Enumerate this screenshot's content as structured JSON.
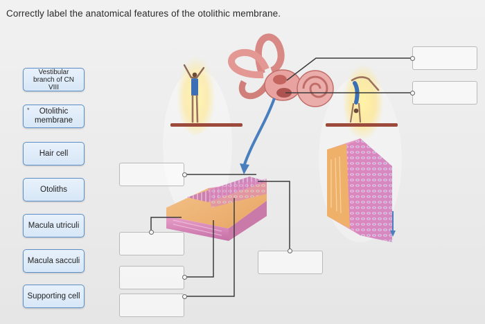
{
  "instruction": "Correctly label the anatomical features of the otolithic membrane.",
  "labels": [
    {
      "id": "vestibular-branch",
      "text": "Vestibular branch of CN VIII"
    },
    {
      "id": "otolithic-membrane",
      "text": "Otolithic membrane"
    },
    {
      "id": "hair-cell",
      "text": "Hair cell"
    },
    {
      "id": "otoliths",
      "text": "Otoliths"
    },
    {
      "id": "macula-utriculi",
      "text": "Macula utriculi"
    },
    {
      "id": "macula-sacculi",
      "text": "Macula sacculi"
    },
    {
      "id": "supporting-cell",
      "text": "Supporting cell"
    }
  ],
  "chip_marker": "*",
  "colors": {
    "chip_border": "#5c8fc8",
    "chip_fill": "#dbe8f7",
    "cochlea": "#e49a98",
    "tissue_pink": "#d98bc1",
    "tissue_orange": "#f0b06e",
    "arrow": "#4a7fbd",
    "floor_bar": "#9b4a3c"
  }
}
